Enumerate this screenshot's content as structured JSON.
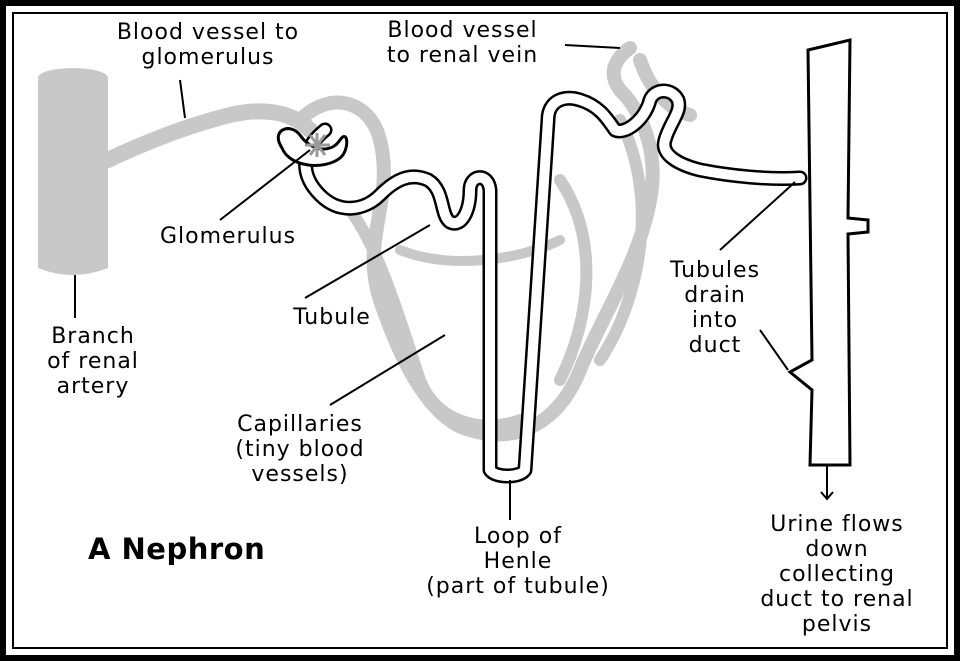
{
  "title": "A Nephron",
  "labels": {
    "vessel_to_glomerulus": [
      "Blood vessel to",
      "glomerulus"
    ],
    "vessel_to_vein": [
      "Blood vessel",
      "to renal vein"
    ],
    "glomerulus": [
      "Glomerulus"
    ],
    "branch_artery": [
      "Branch",
      "of renal",
      "artery"
    ],
    "tubule": [
      "Tubule"
    ],
    "capillaries": [
      "Capillaries",
      "(tiny blood",
      "vessels)"
    ],
    "loop_of_henle": [
      "Loop of",
      "Henle",
      "(part of tubule)"
    ],
    "tubules_drain": [
      "Tubules",
      "drain",
      "into",
      "duct"
    ],
    "urine_flows": [
      "Urine flows",
      "down",
      "collecting",
      "duct to renal",
      "pelvis"
    ]
  },
  "colors": {
    "vessel": "#c8c8c8",
    "outline": "#000000",
    "background": "#ffffff"
  }
}
